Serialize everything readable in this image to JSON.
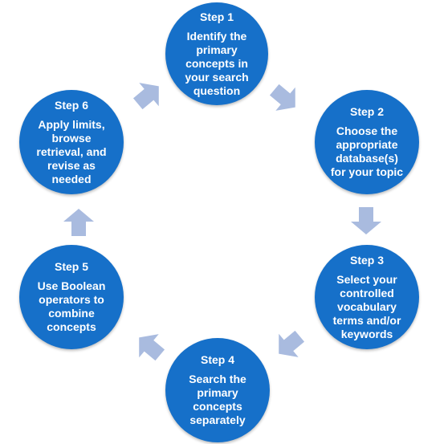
{
  "steps": [
    {
      "title": "Step 1",
      "lines": [
        "Identify the",
        "primary",
        "concepts in",
        "your search",
        "question"
      ]
    },
    {
      "title": "Step 2",
      "lines": [
        "Choose the",
        "appropriate",
        "database(s)",
        "for your topic"
      ]
    },
    {
      "title": "Step 3",
      "lines": [
        "Select your",
        "controlled",
        "vocabulary",
        "terms and/or",
        "keywords"
      ]
    },
    {
      "title": "Step 4",
      "lines": [
        "Search the",
        "primary",
        "concepts",
        "separately"
      ]
    },
    {
      "title": "Step 5",
      "lines": [
        "Use Boolean",
        "operators to",
        "combine",
        "concepts"
      ]
    },
    {
      "title": "Step 6",
      "lines": [
        "Apply limits,",
        "browse",
        "retrieval, and",
        "revise as",
        "needed"
      ]
    }
  ],
  "colors": {
    "circle": "#1670c9",
    "arrow": "#a9bbdf",
    "text": "#ffffff"
  },
  "icons": [
    "arrow-right-icon",
    "arrow-down-icon",
    "arrow-left-icon",
    "arrow-up-icon"
  ]
}
